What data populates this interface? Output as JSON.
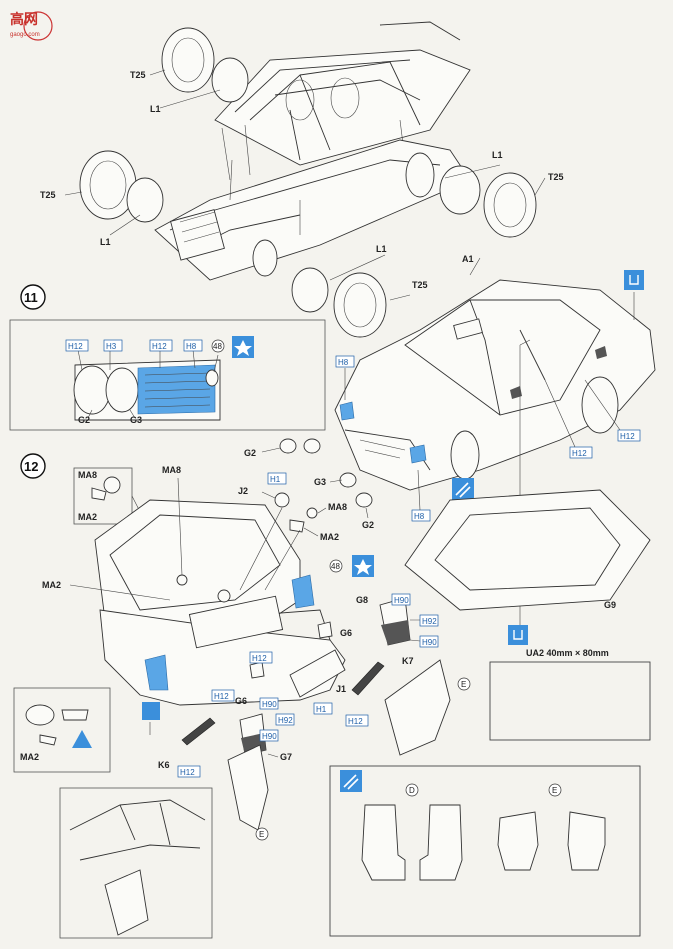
{
  "watermark": {
    "chars": "高网",
    "sub": "gaogo.com"
  },
  "step11": {
    "number": "11"
  },
  "step12": {
    "number": "12"
  },
  "labels": {
    "t25a": "T25",
    "l1a": "L1",
    "l1b": "L1",
    "t25b": "T25",
    "l1c": "L1",
    "t25c": "T25",
    "l1d": "L1",
    "t25d": "T25",
    "a1": "A1",
    "g2a": "G2",
    "g3a": "G3",
    "g2b": "G2",
    "g3b": "G3",
    "g2c": "G2",
    "ma8a": "MA8",
    "ma2a": "MA2",
    "ma8b": "MA8",
    "j2": "J2",
    "ma8c": "MA8",
    "ma2b": "MA2",
    "ma2c": "MA2",
    "g8": "G8",
    "g6a": "G6",
    "g6b": "G6",
    "k7": "K7",
    "j1": "J1",
    "g9": "G9",
    "k6": "K6",
    "g7": "G7",
    "ma2d": "MA2",
    "ua2": "UA2  40mm × 80mm"
  },
  "colors": {
    "h12a": "H12",
    "h3": "H3",
    "h12b": "H12",
    "h8a": "H8",
    "h8b": "H8",
    "h12c": "H12",
    "h12d": "H12",
    "h8c": "H8",
    "h1a": "H1",
    "h90a": "H90",
    "h92a": "H92",
    "h90b": "H90",
    "h12e": "H12",
    "h12f": "H12",
    "h1b": "H1",
    "h12g": "H12",
    "h90c": "H90",
    "h92b": "H92",
    "h90d": "H90",
    "h12h": "H12"
  },
  "decals": {
    "d48a": "48",
    "d48b": "48"
  },
  "markers": {
    "e1": "E",
    "d": "D",
    "e2": "E",
    "e3": "E"
  },
  "icons": {
    "star": "star-icon",
    "decal": "decal-icon",
    "mark": "mark-icon"
  },
  "accent": "#5aa6e6"
}
